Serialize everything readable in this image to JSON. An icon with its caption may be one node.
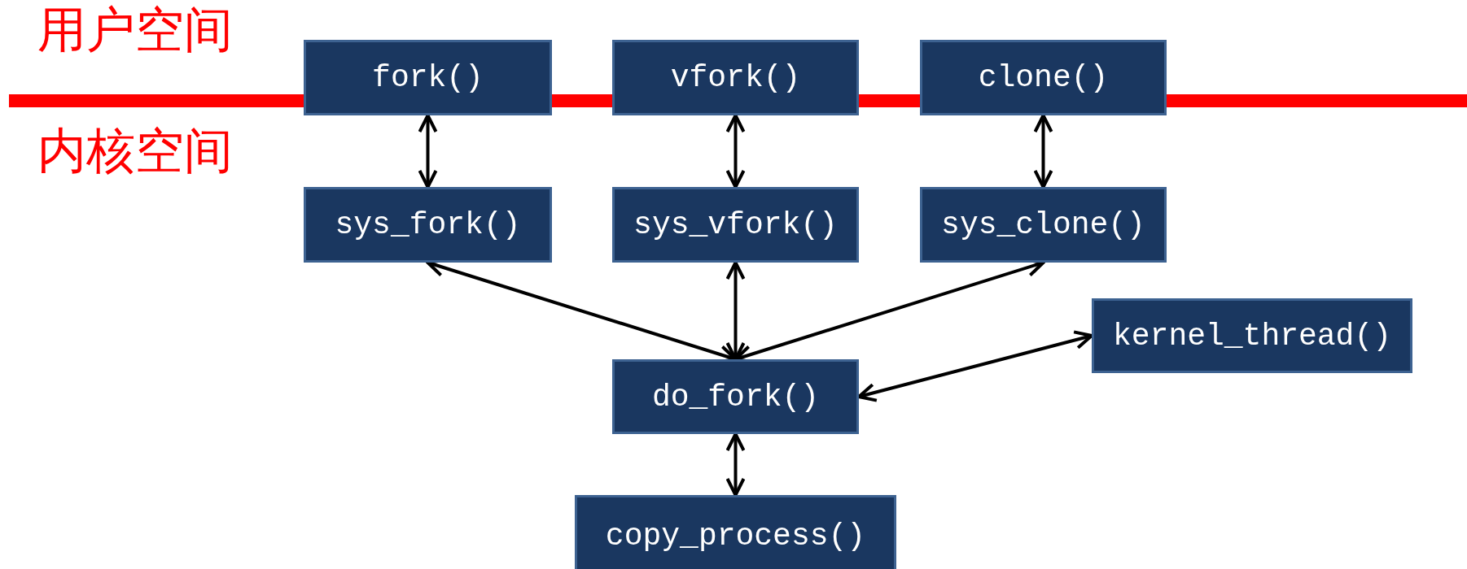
{
  "diagram": {
    "nodes": [
      {
        "text": [
          "fork()"
        ]
      },
      {
        "text": [
          "vfork()"
        ]
      },
      {
        "text": [
          "clone()"
        ]
      },
      {
        "text": [
          "sys_fork()"
        ]
      },
      {
        "text": [
          "sys_vfork()"
        ]
      },
      {
        "text": [
          "sys_clone()"
        ]
      },
      {
        "text": [
          "kernel_thread()"
        ]
      },
      {
        "text": [
          "do_fork()"
        ]
      },
      {
        "text": [
          "copy_process()"
        ]
      }
    ],
    "edges": [
      {
        "from": 0,
        "to": 3,
        "arrow": "both"
      },
      {
        "from": 1,
        "to": 4,
        "arrow": "both"
      },
      {
        "from": 2,
        "to": 5,
        "arrow": "both"
      },
      {
        "from": 3,
        "to": 7,
        "arrow": "both"
      },
      {
        "from": 4,
        "to": 7,
        "arrow": "both"
      },
      {
        "from": 5,
        "to": 7,
        "arrow": "both"
      },
      {
        "from": 6,
        "to": 7,
        "arrow": "both"
      },
      {
        "from": 7,
        "to": 8,
        "arrow": "both"
      }
    ],
    "labels": [
      "用户空间",
      "内核空间"
    ]
  }
}
